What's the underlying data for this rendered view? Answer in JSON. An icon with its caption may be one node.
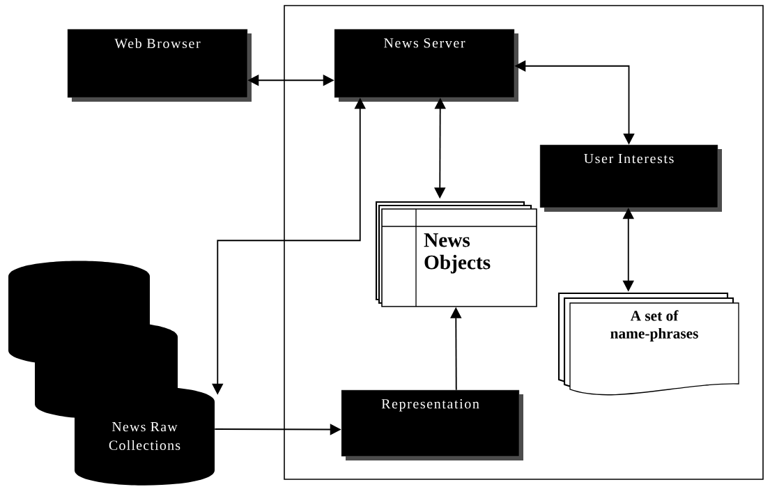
{
  "diagram": {
    "nodes": [
      {
        "text": [],
        "shape": "box"
      },
      {
        "text": [
          "Web Browser"
        ]
      },
      {
        "text": [
          "News Server"
        ],
        "in": 0
      },
      {
        "text": [
          "User Interests"
        ],
        "in": 0
      },
      {
        "text": [
          "News Objects"
        ],
        "in": 0
      },
      {
        "text": [
          "A set of name-phrases"
        ],
        "in": 0
      },
      {
        "text": [
          "Representation"
        ],
        "in": 0
      },
      {
        "text": [
          "News Raw Collections"
        ]
      }
    ],
    "edges": [
      {
        "from": 1,
        "to": 2,
        "arrow": "both"
      },
      {
        "from": 2,
        "to": 3,
        "arrow": "both"
      },
      {
        "from": 2,
        "to": 4,
        "arrow": "both"
      },
      {
        "from": 3,
        "to": 5,
        "arrow": "both"
      },
      {
        "from": 6,
        "to": 4,
        "arrow": "to"
      },
      {
        "from": 2,
        "to": 7,
        "arrow": "both"
      },
      {
        "from": 7,
        "to": 6,
        "arrow": "to"
      }
    ]
  }
}
